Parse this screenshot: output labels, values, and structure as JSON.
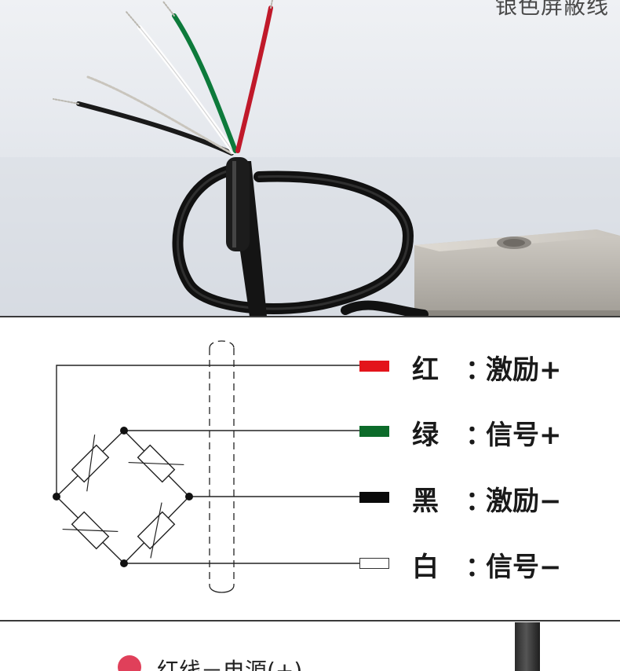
{
  "photo": {
    "caption": "银色屏蔽线"
  },
  "legend": [
    {
      "color_name": "红",
      "function": "激励+",
      "swatch": "#e3141b",
      "swatch_border": "#e3141b"
    },
    {
      "color_name": "绿",
      "function": "信号+",
      "swatch": "#0c6b2a",
      "swatch_border": "#0c6b2a"
    },
    {
      "color_name": "黑",
      "function": "激励−",
      "swatch": "#0a0a0a",
      "swatch_border": "#0a0a0a"
    },
    {
      "color_name": "白",
      "function": "信号−",
      "swatch": "#ffffff",
      "swatch_border": "#333333"
    }
  ],
  "legend_separator": "：",
  "bottom": {
    "text": "红线－电源(+)",
    "dot_color": "#e0405a"
  }
}
